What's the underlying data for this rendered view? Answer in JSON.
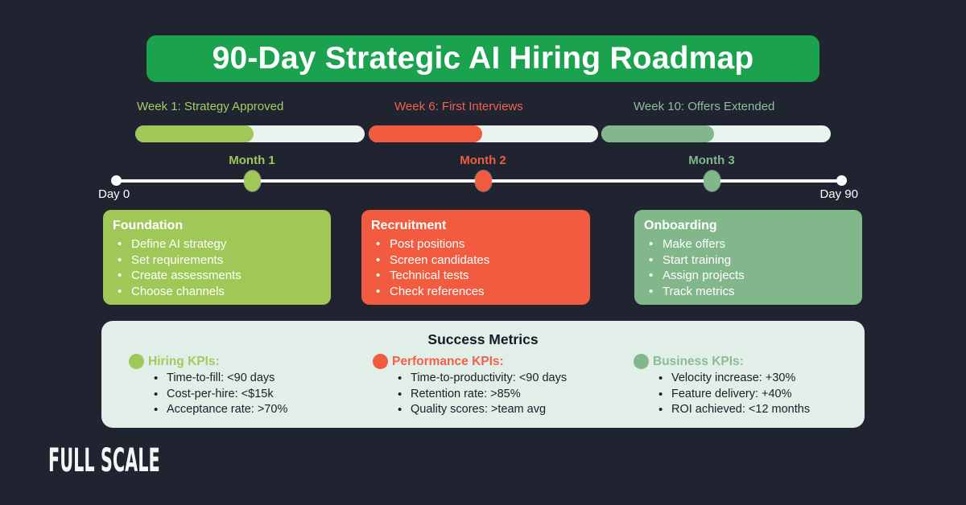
{
  "header": {
    "title": "90-Day Strategic AI Hiring Roadmap"
  },
  "colors": {
    "background": "#1f2430",
    "banner_green": "#1aa24e",
    "lime_green": "#9fc858",
    "orange": "#f15b40",
    "sage_green": "#82b78c",
    "track_mint": "#e9f4ee",
    "panel_mint": "#e1efe8",
    "dark_text": "#15202c",
    "white": "#ffffff"
  },
  "milestones": [
    {
      "label": "Week 1: Strategy Approved",
      "progress_percent": 51,
      "fill_style": "width:51.5%;background:#9fc858"
    },
    {
      "label": "Week 6: First Interviews",
      "progress_percent": 50,
      "fill_style": "width:49.5%;background:#f15b40"
    },
    {
      "label": "Week 10: Offers Extended",
      "progress_percent": 49,
      "fill_style": "width:49%;background:#82b78c"
    }
  ],
  "timeline": {
    "start_label": "Day 0",
    "end_label": "Day 90",
    "months": [
      {
        "label": "Month 1",
        "color": "#9fc858"
      },
      {
        "label": "Month 2",
        "color": "#f15b40"
      },
      {
        "label": "Month 3",
        "color": "#82b78c"
      }
    ]
  },
  "phases": [
    {
      "title": "Foundation",
      "color": "#9fc858",
      "items": [
        "Define AI strategy",
        "Set requirements",
        "Create assessments",
        "Choose channels"
      ]
    },
    {
      "title": "Recruitment",
      "color": "#f15b40",
      "items": [
        "Post positions",
        "Screen candidates",
        "Technical tests",
        "Check references"
      ]
    },
    {
      "title": "Onboarding",
      "color": "#82b78c",
      "items": [
        "Make offers",
        "Start training",
        "Assign projects",
        "Track metrics"
      ]
    }
  ],
  "metrics": {
    "title": "Success Metrics",
    "groups": [
      {
        "label": "Hiring KPIs:",
        "color": "#a2cb5f",
        "items": [
          "Time-to-fill: <90 days",
          "Cost-per-hire: <$15k",
          "Acceptance rate: >70%"
        ]
      },
      {
        "label": "Performance KPIs:",
        "color": "#f2604a",
        "items": [
          "Time-to-productivity: <90 days",
          "Retention rate: >85%",
          "Quality scores: >team avg"
        ]
      },
      {
        "label": "Business KPIs:",
        "color": "#8cbb97",
        "items": [
          "Velocity increase: +30%",
          "Feature delivery: +40%",
          "ROI achieved: <12 months"
        ]
      }
    ]
  },
  "footer": {
    "logo": "FULL SCALE"
  }
}
